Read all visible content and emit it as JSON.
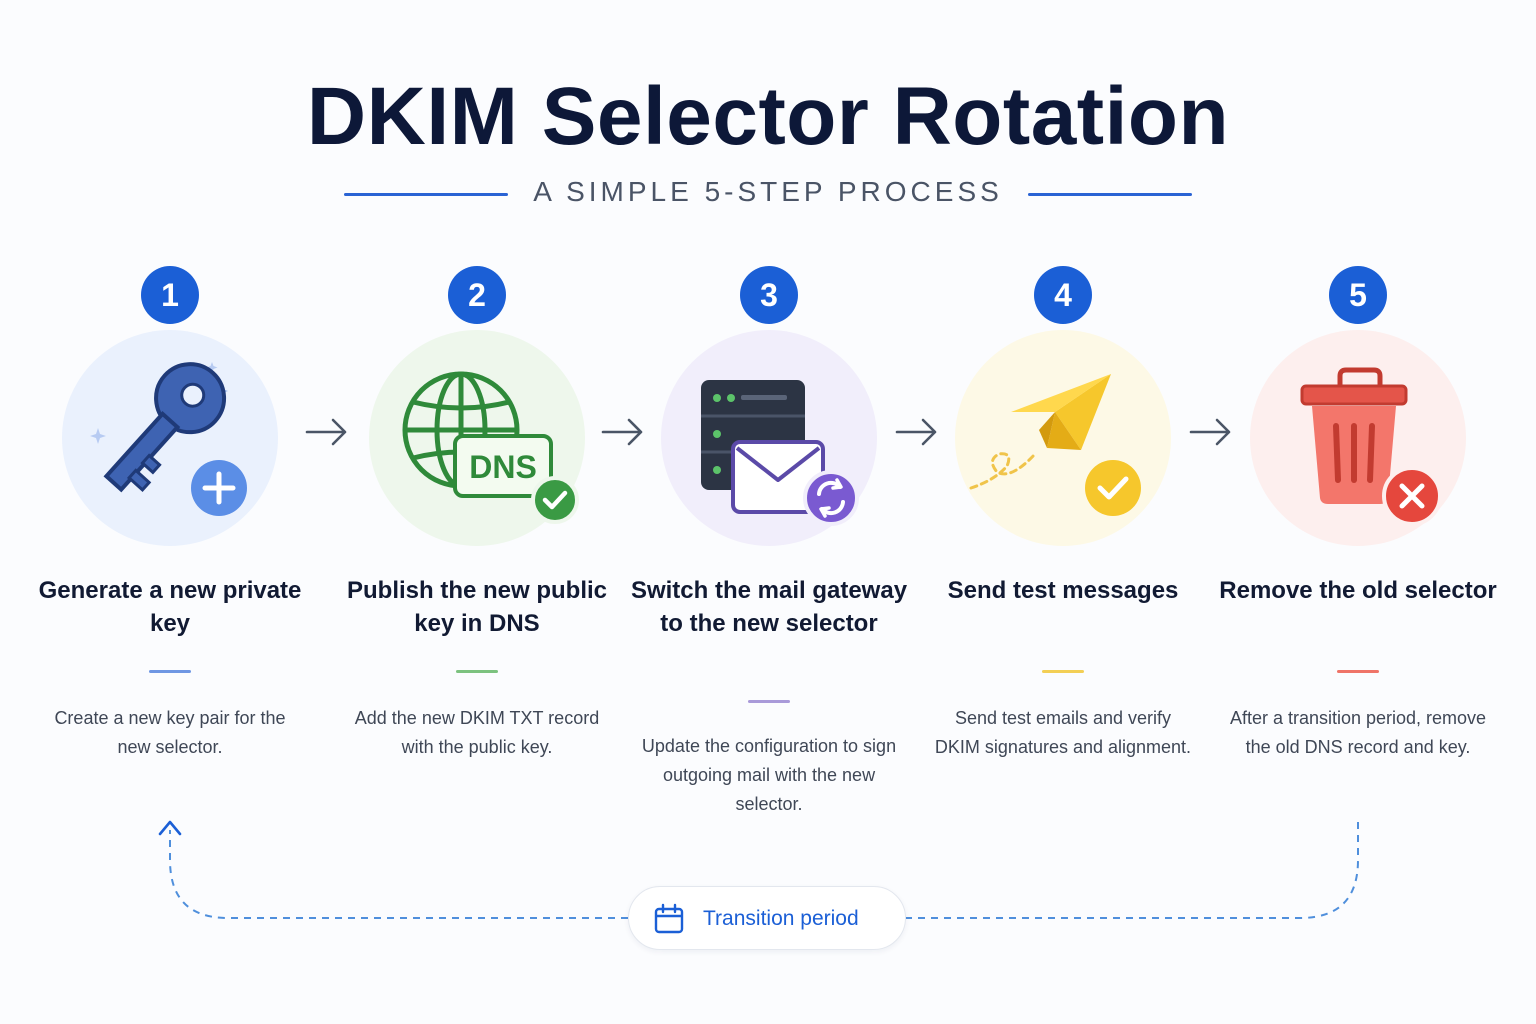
{
  "title": "DKIM Selector Rotation",
  "subtitle": "A SIMPLE 5-STEP PROCESS",
  "steps": [
    {
      "number": "1",
      "title": "Generate a new private key",
      "description": "Create a new key pair for the new selector.",
      "icon": "key-plus-icon",
      "accent": "#6f97e3",
      "bg": "#eaf1fd"
    },
    {
      "number": "2",
      "title": "Publish the new public key in DNS",
      "description": "Add the new DKIM TXT record with the public key.",
      "icon": "dns-globe-icon",
      "accent": "#7cc27f",
      "bg": "#eef7ec",
      "icon_text": "DNS"
    },
    {
      "number": "3",
      "title": "Switch the mail gateway to the new selector",
      "description": "Update the configuration to sign outgoing mail with the new selector.",
      "icon": "server-mail-icon",
      "accent": "#a99ad9",
      "bg": "#f1eefb"
    },
    {
      "number": "4",
      "title": "Send test messages",
      "description": "Send test emails and verify DKIM signatures and alignment.",
      "icon": "paper-plane-icon",
      "accent": "#f3cf55",
      "bg": "#fdf9e6"
    },
    {
      "number": "5",
      "title": "Remove the old selector",
      "description": "After a transition period, remove the old DNS record and key.",
      "icon": "trash-remove-icon",
      "accent": "#ef7468",
      "bg": "#fdefee"
    }
  ],
  "transition": {
    "label": "Transition period",
    "icon": "calendar-icon"
  },
  "colors": {
    "primary": "#1b5fd6",
    "title": "#0d1838",
    "dashed_line": "#4f8fdc"
  }
}
